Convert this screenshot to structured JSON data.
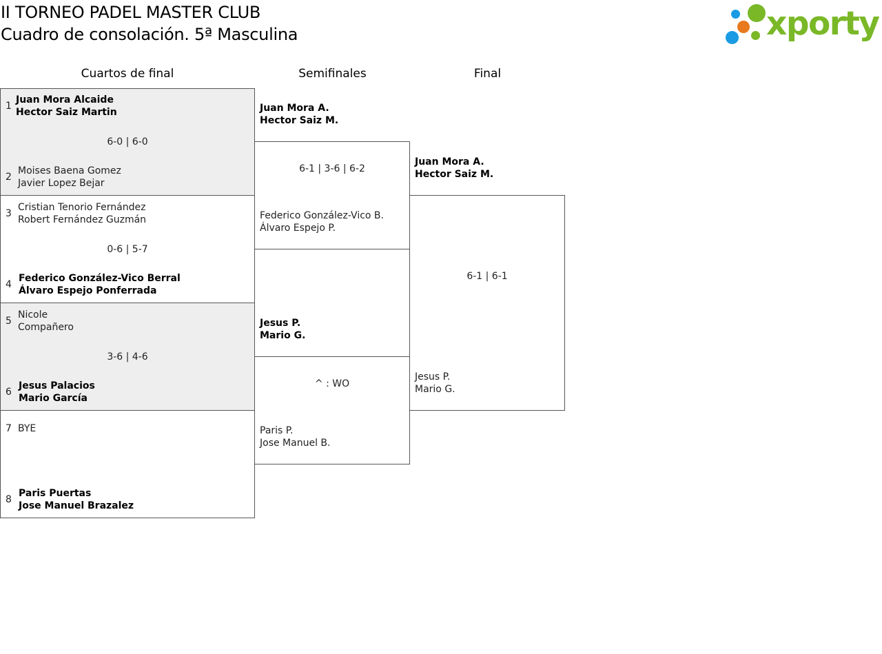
{
  "header": {
    "title": "II TORNEO PADEL MASTER CLUB",
    "subtitle": "Cuadro de consolación. 5ª Masculina"
  },
  "logo": {
    "text": "xporty",
    "colors": {
      "green": "#7ab828",
      "orange": "#e8791e",
      "blue": "#1b9be3"
    }
  },
  "rounds": {
    "quarters": "Cuartos de final",
    "semis": "Semifinales",
    "final": "Final"
  },
  "quarterfinals": [
    {
      "score": "6-0 | 6-0",
      "top": {
        "seed": "1",
        "p1": "Juan Mora Alcaide",
        "p2": "Hector Saiz Martin"
      },
      "bottom": {
        "seed": "2",
        "p1": "Moises Baena Gomez",
        "p2": "Javier Lopez Bejar"
      }
    },
    {
      "score": "0-6 | 5-7",
      "top": {
        "seed": "3",
        "p1": "Cristian Tenorio Fernández",
        "p2": "Robert Fernández Guzmán"
      },
      "bottom": {
        "seed": "4",
        "p1": "Federico González-Vico Berral",
        "p2": "Álvaro Espejo Ponferrada"
      }
    },
    {
      "score": "3-6 | 4-6",
      "top": {
        "seed": "5",
        "p1": "Nicole",
        "p2": "Compañero"
      },
      "bottom": {
        "seed": "6",
        "p1": "Jesus Palacios",
        "p2": "Mario García"
      }
    },
    {
      "score": "",
      "top": {
        "seed": "7",
        "p1": "BYE",
        "p2": ""
      },
      "bottom": {
        "seed": "8",
        "p1": "Paris Puertas",
        "p2": "Jose Manuel Brazalez"
      }
    }
  ],
  "semifinals": [
    {
      "score": "6-1 | 3-6 | 6-2",
      "top": {
        "p1": "Juan Mora A.",
        "p2": "Hector Saiz M."
      },
      "bottom": {
        "p1": "Federico González-Vico B.",
        "p2": "Álvaro Espejo P."
      }
    },
    {
      "score": "^ : WO",
      "top": {
        "p1": "Jesus P.",
        "p2": "Mario G."
      },
      "bottom": {
        "p1": "Paris P.",
        "p2": "Jose Manuel B."
      }
    }
  ],
  "final": {
    "score": "6-1 | 6-1",
    "top": {
      "p1": "Juan Mora A.",
      "p2": "Hector Saiz M."
    },
    "bottom": {
      "p1": "Jesus P.",
      "p2": "Mario G."
    }
  }
}
